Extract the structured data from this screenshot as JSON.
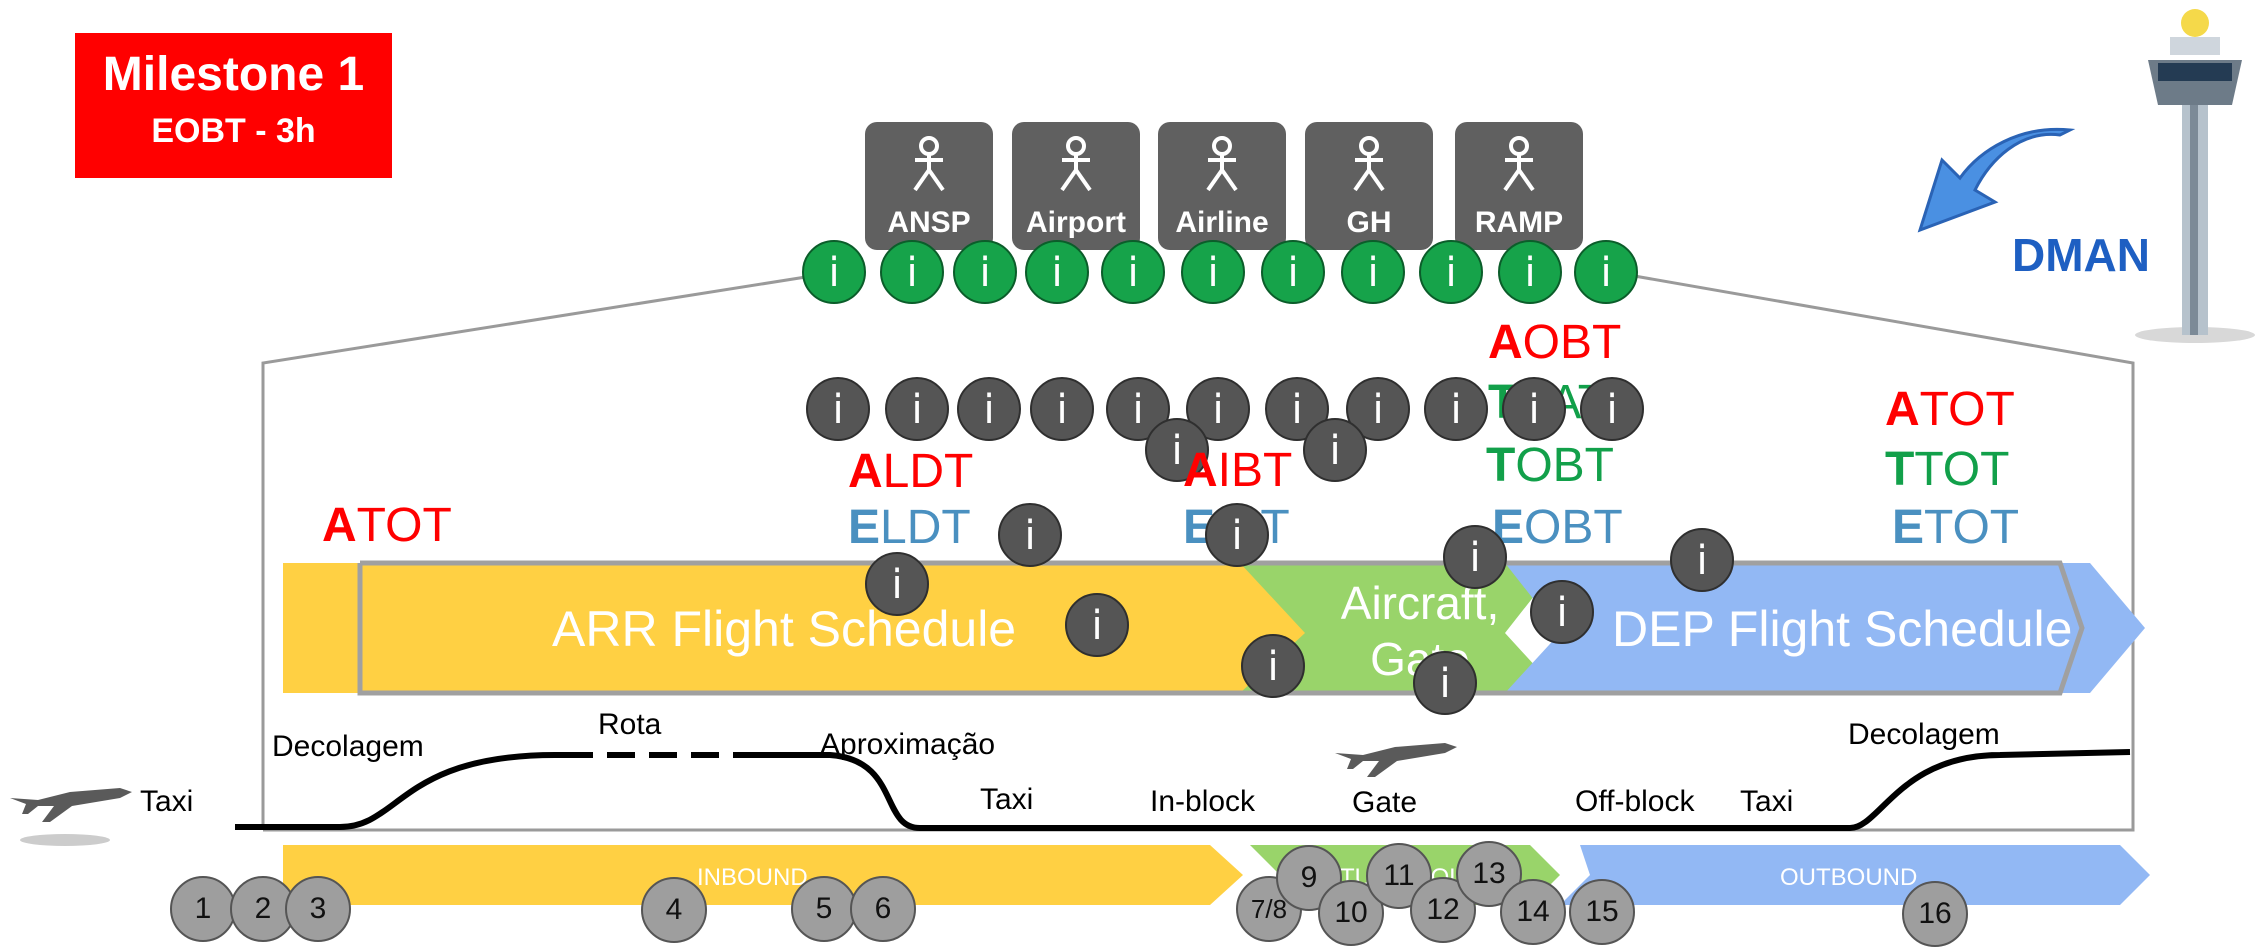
{
  "milestone": {
    "title": "Milestone  1",
    "subtitle": "EOBT - 3h"
  },
  "actors": [
    "ANSP",
    "Airport",
    "Airline",
    "GH",
    "RAMP"
  ],
  "info_glyph": "i",
  "dman_label": "DMAN",
  "milestones": {
    "left_atot": {
      "prefix": "A",
      "rest": "TOT"
    },
    "aldt": {
      "prefix": "A",
      "rest": "LDT"
    },
    "eldt": {
      "prefix": "E",
      "rest": "LDT"
    },
    "aibt": {
      "prefix": "A",
      "rest": "IBT"
    },
    "eibt": {
      "prefix": "E",
      "rest": "IBT"
    },
    "aobt": {
      "prefix": "A",
      "rest": "OBT"
    },
    "tsat": {
      "prefix": "T",
      "rest": "SAT"
    },
    "tobt": {
      "prefix": "T",
      "rest": "OBT"
    },
    "eobt": {
      "prefix": "E",
      "rest": "OBT"
    },
    "right_atot": {
      "prefix": "A",
      "rest": "TOT"
    },
    "ttot": {
      "prefix": "T",
      "rest": "TOT"
    },
    "etot": {
      "prefix": "E",
      "rest": "TOT"
    }
  },
  "bands": {
    "arr": "ARR Flight Schedule",
    "aircraft_gate": [
      "Aircraft,",
      "Gate"
    ],
    "dep": "DEP Flight Schedule"
  },
  "phases": {
    "taxi_left": "Taxi",
    "decolagem_left": "Decolagem",
    "rota": "Rota",
    "aproximacao": "Aproximação",
    "taxi_mid": "Taxi",
    "in_block": "In-block",
    "gate": "Gate",
    "off_block": "Off-block",
    "taxi_right": "Taxi",
    "decolagem_right": "Decolagem"
  },
  "bottom_bands": {
    "inbound": "INBOUND",
    "turn": "TURN ROUND",
    "outbound": "OUTBOUND"
  },
  "steps": [
    "1",
    "2",
    "3",
    "4",
    "5",
    "6",
    "7/8",
    "9",
    "10",
    "11",
    "12",
    "13",
    "14",
    "15",
    "16"
  ],
  "colors": {
    "milestone_red": "#ff0000",
    "arr_band": "#ffd043",
    "turn_band": "#99d46a",
    "dep_band": "#92b8f4",
    "info_green": "#16a34a",
    "info_dark": "#555555",
    "actor_box": "#606060",
    "dman_blue": "#1e5fc2"
  }
}
